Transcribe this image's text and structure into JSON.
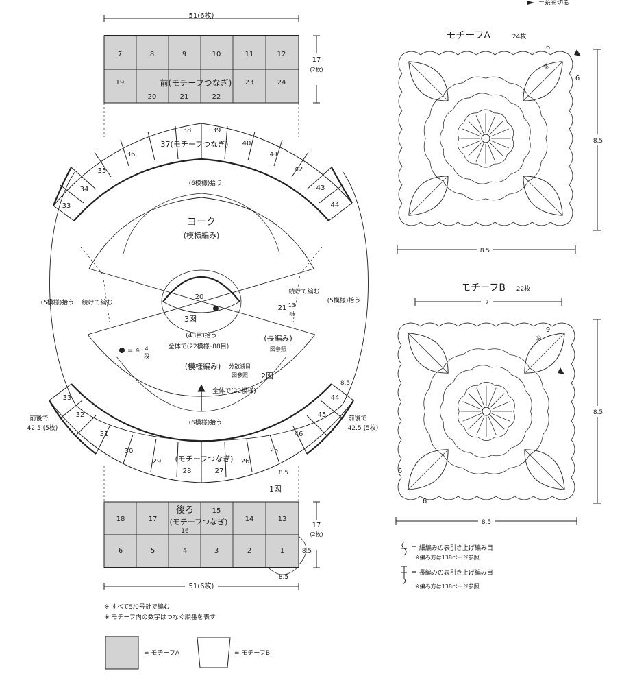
{
  "top_note": "＝糸を切る",
  "front": {
    "width_label": "51(6枚)",
    "height_label_1": "17",
    "height_label_2": "(2枚)",
    "title": "前(モチーフつなぎ)",
    "row1": [
      "7",
      "8",
      "9",
      "10",
      "11",
      "12"
    ],
    "row2_left": "19",
    "row2_right": [
      "23",
      "24"
    ],
    "row2_bottom": [
      "20",
      "21",
      "22"
    ]
  },
  "yoke": {
    "top_numbers": [
      "38",
      "39"
    ],
    "top_title": "37(モチーフつなぎ)",
    "top_right": "40",
    "top_arc_cells": [
      "36",
      "41"
    ],
    "left_cells": [
      "35",
      "34",
      "33"
    ],
    "right_cells": [
      "42",
      "43",
      "44"
    ],
    "pick_top": "(6模様)拾う",
    "title": "ヨーク",
    "subtitle": "(模様編み)",
    "left_note": "(5模様)拾う",
    "left_cont": "続けて編む",
    "right_cont": "続けて編む",
    "right_note": "(5模様)拾う",
    "neck_num": "20",
    "fig3": "3図",
    "row21": "21",
    "row21_sub_1": "13",
    "row21_sub_2": "段",
    "pick_43": "(43目)拾う",
    "total_22_88": "全体で(22模様･88目)",
    "long": "(長編み)",
    "fig_ref": "図参照",
    "dot_label": "= 4",
    "dot_sub_1": "4",
    "dot_sub_2": "段",
    "pattern": "(模様編み)",
    "dec": "分散減目",
    "dec_ref": "図参照",
    "fig2": "2図",
    "total_22": "全体で(22模様)",
    "pick_bottom": "(6模様)拾う",
    "side_left_1": "前後で",
    "side_left_2": "42.5 (5枚)",
    "side_right_1": "前後で",
    "side_right_2": "42.5 (5枚)",
    "bottom_left_cells": [
      "33",
      "32",
      "31"
    ],
    "bottom_right_cells": [
      "44",
      "45",
      "46"
    ],
    "bottom_arc_cells": [
      "30",
      "25"
    ],
    "bottom_title_left": "29",
    "bottom_title": "(モチーフつなぎ)",
    "bottom_title_right": "26",
    "bottom_numbers": [
      "28",
      "27"
    ],
    "dim_85_a": "8.5",
    "dim_85_b": "8.5",
    "fig1": "1図"
  },
  "back": {
    "title": "後ろ",
    "subtitle": "(モチーフつなぎ)",
    "row1": [
      "18",
      "17",
      "15",
      "14",
      "13"
    ],
    "row1_center": "16",
    "row2": [
      "6",
      "5",
      "4",
      "3",
      "2",
      "1"
    ],
    "height_label_1": "17",
    "height_label_2": "(2枚)",
    "dim_85_side": "8.5",
    "dim_85_bottom": "8.5",
    "width_label": "51(6枚)"
  },
  "notes": {
    "line1": "※ すべて5/0号針で編む",
    "line2": "※ モチーフ内の数字はつなぐ順番を表す"
  },
  "legend": {
    "a_label": "= モチーフA",
    "b_label": "= モチーフB"
  },
  "motif_a": {
    "title": "モチーフA",
    "count": "24枚",
    "n6_top": "6",
    "n6_right": "6",
    "n5": "⑤",
    "height": "8.5",
    "width": "8.5"
  },
  "motif_b": {
    "title": "モチーフB",
    "count": "22枚",
    "width_top": "7",
    "n9": "9",
    "n5": "⑤",
    "n6_left": "6",
    "n6_bottom": "6",
    "height": "8.5",
    "width": "8.5"
  },
  "symbols": {
    "s1": "＝ 細編みの表引き上げ編み目",
    "s1_ref": "※編み方は138ページ参照",
    "s2": "＝ 長編みの表引き上げ編み目",
    "s2_ref": "※編み方は138ページ参照"
  },
  "colors": {
    "motif_a_fill": "#d3d3d3",
    "line": "#222222"
  }
}
